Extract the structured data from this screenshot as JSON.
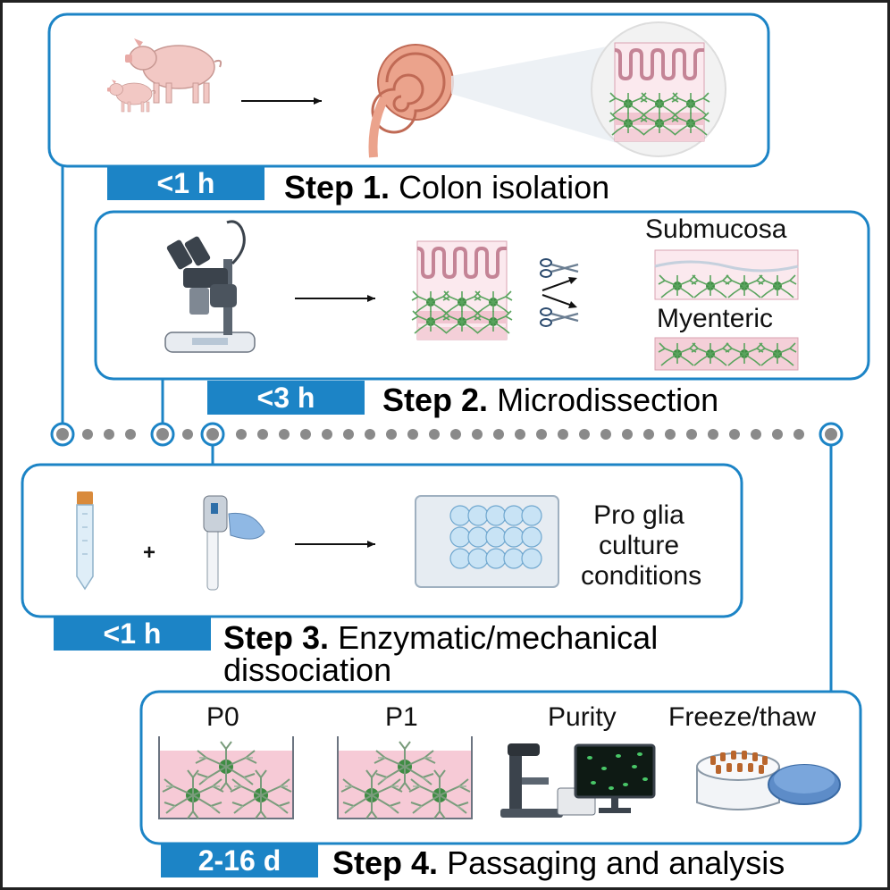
{
  "step1": {
    "time": "<1 h",
    "number": "Step 1.",
    "title": "Colon isolation"
  },
  "step2": {
    "time": "<3 h",
    "number": "Step 2.",
    "title": "Microdissection",
    "labels": {
      "submucosa": "Submucosa",
      "myenteric": "Myenteric"
    }
  },
  "step3": {
    "time": "<1 h",
    "number": "Step 3.",
    "title": "Enzymatic/mechanical",
    "title2": "dissociation",
    "plus": "+",
    "culture_label": [
      "Pro glia",
      "culture",
      "conditions"
    ]
  },
  "step4": {
    "time": "2-16 d",
    "number": "Step 4.",
    "title": "Passaging and analysis",
    "labels": {
      "p0": "P0",
      "p1": "P1",
      "purity": "Purity",
      "freeze": "Freeze/thaw"
    }
  },
  "colors": {
    "accent": "#1c84c6",
    "tissue_pink": "#f4d3dc",
    "glia_green": "#4f9a52",
    "border": "#222222"
  }
}
